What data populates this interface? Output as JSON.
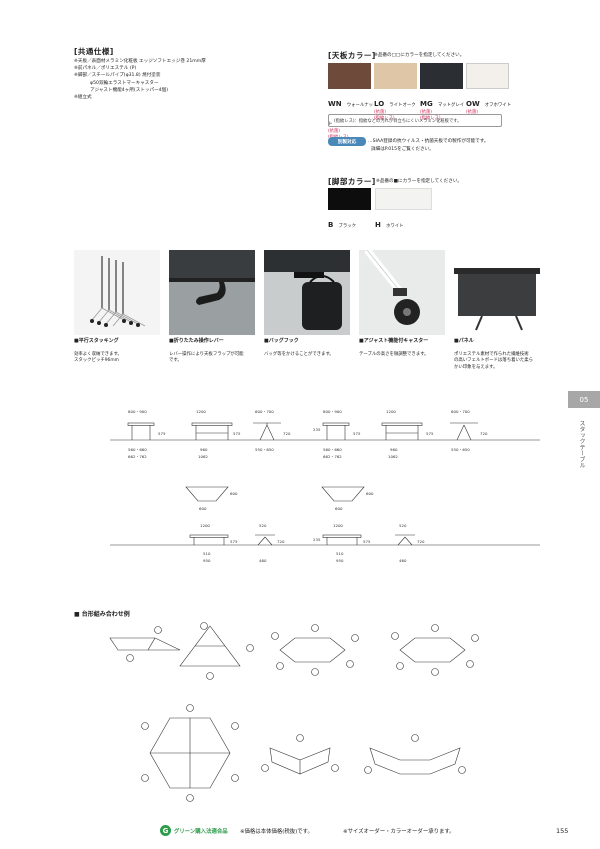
{
  "common": {
    "title": "[共通仕様]",
    "lines": [
      "※天板／表面材メラミン化粧板 エッジソフトエッジ巻 21mm厚",
      "※前パネル／ポリエステル (P)",
      "※脚部／スチールパイプ(φ31.8) 焼付塗装",
      "           φ50双輪エラストマーキャスター",
      "           アジャスト機能4ヶ所(ストッパー4個)",
      "※組立式"
    ]
  },
  "top": {
    "title": "[天板カラー]",
    "note": "※品番の□□にカラーを指定してください。",
    "colors": [
      {
        "code": "WN",
        "name": "ウォールナット",
        "tags": [
          "(抗菌)",
          "(指紋レス)"
        ],
        "hex": "#6d4a3a"
      },
      {
        "code": "LO",
        "name": "ライトオーク",
        "tags": [
          "(抗菌)",
          "(指紋レス)"
        ],
        "hex": "#dfc6a7"
      },
      {
        "code": "MG",
        "name": "マットグレイ",
        "tags": [
          "(抗菌)",
          "(指紋レス)"
        ],
        "hex": "#2b2e33"
      },
      {
        "code": "OW",
        "name": "オフホワイト",
        "tags": [
          "(抗菌)"
        ],
        "hex": "#f3f0eb"
      }
    ],
    "fingerprint": "(指紋レス)：指紋などの汚れが目立ちにくいメラミン化粧板です。",
    "badge": "別製対応",
    "siaa1": "…SIAA登録の抗ウイルス・抗菌天板での製作が可能です。",
    "siaa2": "詳細はP.015をご覧ください。"
  },
  "leg": {
    "title": "[脚部カラー]",
    "note": "※品番の■にカラーを指定してください。",
    "colors": [
      {
        "code": "B",
        "name": "ブラック",
        "hex": "#0d0d0d"
      },
      {
        "code": "H",
        "name": "ホワイト",
        "hex": "#f3f3f1"
      }
    ]
  },
  "features": [
    {
      "cap": "■平行スタッキング",
      "desc": [
        "効率よく収納できます。",
        "スタックピッチ96mm"
      ]
    },
    {
      "cap": "■折りたたみ操作レバー",
      "desc": [
        "レバー操作により天板フラップが可能",
        "です。"
      ]
    },
    {
      "cap": "■バッグフック",
      "desc": [
        "バッグ等をかけることができます。"
      ]
    },
    {
      "cap": "■アジャスト機能付キャスター",
      "desc": [
        "テーブルの高さを微調整できます。"
      ]
    },
    {
      "cap": "■パネル",
      "desc": [
        "ポリエステル素材で作られた繊維技術",
        "の高いフェルトボードは落ち着いた柔ら",
        "かい印象を与えます。"
      ]
    }
  ],
  "dims": {
    "t1": "800・900",
    "t2": "1200",
    "t3": "600・700",
    "h575": "575",
    "h720": "720",
    "h235": "235",
    "w560": "560・660",
    "w662": "662・762",
    "w960": "960",
    "w1062": "1062",
    "w550": "550・650",
    "w600": "600",
    "w520": "520",
    "w510": "510",
    "w950": "950",
    "w460": "460",
    "d600": "600"
  },
  "layout_title": "■ 台形組み合わせ例",
  "tab": {
    "num": "05",
    "label": "スタックテーブル"
  },
  "footer": {
    "logo": "G",
    "green": "グリーン購入法適合品",
    "price": "※価格は本体価格(税抜)です。",
    "order": "※サイズオーダー・カラーオーダー承ります。",
    "page": "155"
  }
}
